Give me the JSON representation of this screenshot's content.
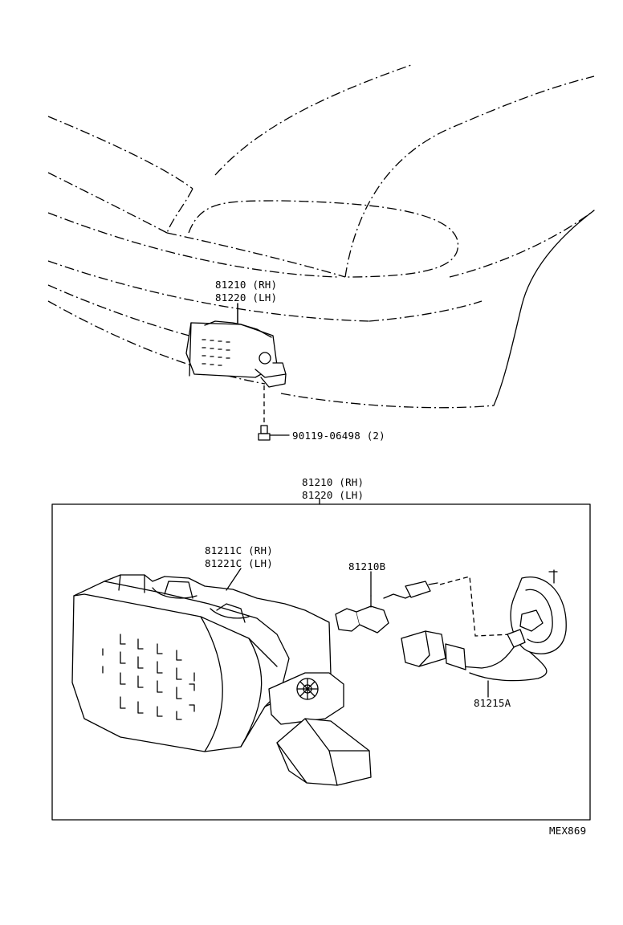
{
  "top_callout": {
    "assembly_rh": "81210 (RH)",
    "assembly_lh": "81220 (LH)",
    "bolt": "90119-06498 (2)"
  },
  "box_callout": {
    "assembly_rh": "81210 (RH)",
    "assembly_lh": "81220 (LH)"
  },
  "parts": {
    "lens_rh": "81211C (RH)",
    "lens_lh": "81221C (LH)",
    "bulb": "81210B",
    "socket_wire": "81215A"
  },
  "figure_code": "MEX869"
}
